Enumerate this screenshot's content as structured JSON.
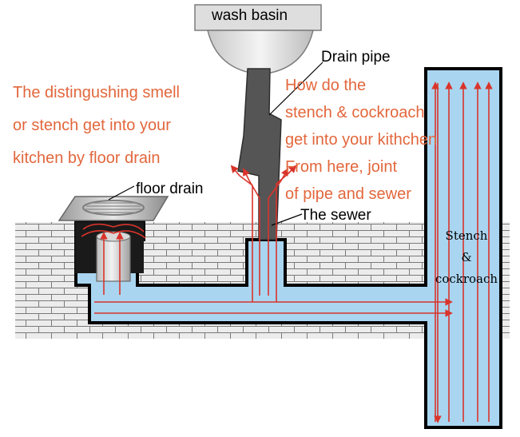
{
  "labels": {
    "wash_basin": "wash basin",
    "drain_pipe": "Drain pipe",
    "floor_drain": "floor drain",
    "the_sewer": "The sewer",
    "stench_cockroach": [
      "Stench",
      "&",
      "cockroach"
    ]
  },
  "left_text": [
    "The distingushing smell",
    "or stench get into your",
    "kitchen by floor drain"
  ],
  "right_text": [
    "How do the",
    "stench & cockroach",
    "get into your kithchen",
    "From here, joint",
    "of pipe and sewer"
  ],
  "colors": {
    "annotation": "#e2673c",
    "water": "#a9d5f0",
    "wall_outline": "#000000",
    "flow_arrows": "#d9342b",
    "brick_wall": "#ececec",
    "pipe": "#555555"
  }
}
